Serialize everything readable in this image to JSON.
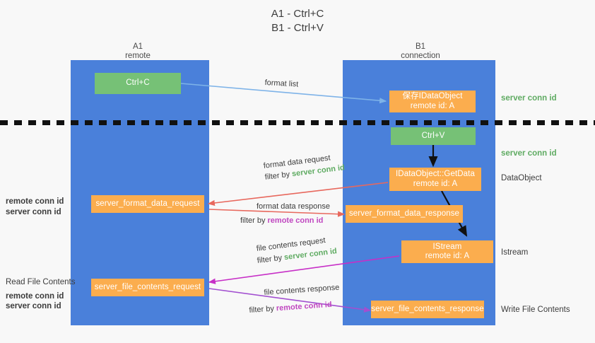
{
  "title": "A1 - Ctrl+C\nB1 - Ctrl+V",
  "colors": {
    "lane": "#4a80da",
    "box_orange": "#fbad4e",
    "box_green": "#76c176",
    "server_conn": "#5fab62",
    "remote_conn": "#c047c0",
    "arrow_blue": "#7eb3e8",
    "arrow_red": "#e8685d",
    "arrow_magenta": "#c72fc7",
    "arrow_purple": "#a24fd0",
    "arrow_black": "#000000",
    "background": "#f8f8f8"
  },
  "columns": [
    {
      "name": "a1",
      "label": "A1\nremote"
    },
    {
      "name": "b1",
      "label": "B1\nconnection"
    }
  ],
  "boxes": [
    {
      "name": "ctrl-c",
      "label": "Ctrl+C",
      "style": "green"
    },
    {
      "name": "save-idataobject",
      "label": "保存IDataObject\nremote id: A",
      "style": "orange"
    },
    {
      "name": "ctrl-v",
      "label": "Ctrl+V",
      "style": "green"
    },
    {
      "name": "idataobject-getdata",
      "label": "IDataObject::GetData\nremote id: A",
      "style": "orange"
    },
    {
      "name": "server-format-data-request",
      "label": "server_format_data_request",
      "style": "orange"
    },
    {
      "name": "server-format-data-response",
      "label": "server_format_data_response",
      "style": "orange"
    },
    {
      "name": "istream",
      "label": "IStream\nremote id: A",
      "style": "orange"
    },
    {
      "name": "server-file-contents-request",
      "label": "server_file_contents_request",
      "style": "orange"
    },
    {
      "name": "server-file-contents-response",
      "label": "server_file_contents_response",
      "style": "orange"
    }
  ],
  "side_labels": [
    {
      "name": "side-server-conn-id-1",
      "text": "server conn id"
    },
    {
      "name": "side-server-conn-id-2",
      "text": "server conn id"
    },
    {
      "name": "side-dataobject",
      "text": "DataObject"
    },
    {
      "name": "side-istream",
      "text": "Istream"
    },
    {
      "name": "side-write-file",
      "text": "Write File Contents"
    }
  ],
  "left_labels": {
    "format_remote": "remote conn id",
    "format_server": "server conn id",
    "read_file_contents": "Read File Contents",
    "file_remote": "remote conn id",
    "file_server": "server conn id"
  },
  "edges": [
    {
      "name": "format-list",
      "caption": "format list"
    },
    {
      "name": "format-data-request",
      "caption": "format data request",
      "filter_prefix": "filter by ",
      "filter_target": "server conn id"
    },
    {
      "name": "format-data-response",
      "caption": "format data response",
      "filter_prefix": "filter by ",
      "filter_target": "remote conn id"
    },
    {
      "name": "file-contents-request",
      "caption": "file contents request",
      "filter_prefix": "filter by ",
      "filter_target": "server conn id"
    },
    {
      "name": "file-contents-response",
      "caption": "file contents response",
      "filter_prefix": "filter by ",
      "filter_target": "remote conn id"
    }
  ]
}
